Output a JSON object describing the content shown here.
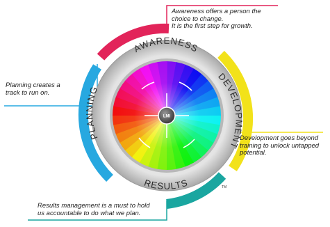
{
  "callouts": {
    "awareness": "Awareness offers a person the\nchoice to change.\nIt is the first step for growth.",
    "planning": "Planning creates a\ntrack to run on.",
    "development": "Development goes beyond\ntraining to unlock untapped\npotential.",
    "results": "Results management is a must to hold\nus accountable to do what we plan."
  },
  "ring": {
    "awareness": "AWARENESS",
    "development": "DEVELOPMENT",
    "results": "RESULTS",
    "planning": "PLANNING"
  },
  "hub": "LMI",
  "trademark": "TM",
  "colors": {
    "awareness": "#e2245a",
    "development": "#f2e21a",
    "results": "#1aa6a0",
    "planning": "#27a8e0",
    "ring": "#c9c9c9",
    "hub": "#5a5a5a"
  }
}
